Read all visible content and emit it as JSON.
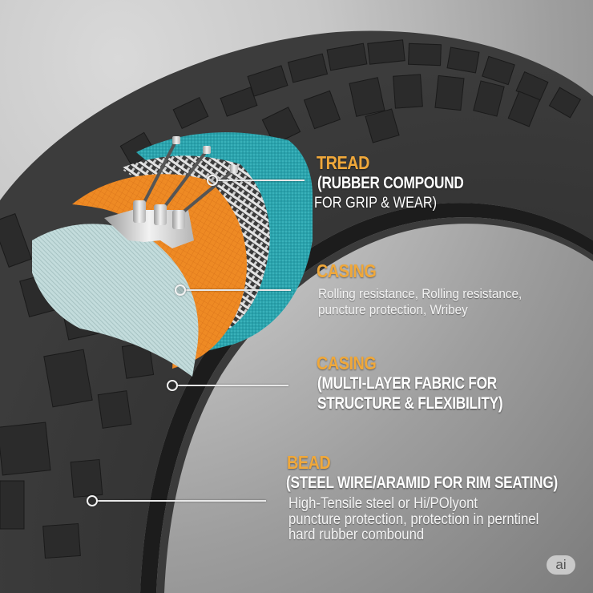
{
  "diagram": {
    "subject": "Bicycle tire cutaway",
    "colors": {
      "background_light": "#d9d9d9",
      "background_dark": "#7c7c7c",
      "tire_rubber": "#2e2e2e",
      "tread_layer": "#2aa3ad",
      "casing_layer_orange": "#ef8a22",
      "inner_fabric": "#bcd6d6",
      "weave_layer": "#d8d8d8",
      "title_accent": "#f0a83a",
      "label_text": "#ffffff",
      "leader_line": "#e8e8e8"
    },
    "labels": [
      {
        "title": "TREAD",
        "subtitle_line1": "(RUBBER COMPOUND",
        "subtitle_line2": "FOR GRIP & WEAR)"
      },
      {
        "title": "CASING",
        "body_line1": "Rolling resistance, Rolling resistance,",
        "body_line2": "puncture protection, Wribey"
      },
      {
        "title": "CASING",
        "subtitle_line1": "(MULTI-LAYER FABRIC FOR",
        "subtitle_line2": "STRUCTURE & FLEXIBILITY)"
      },
      {
        "title": "BEAD",
        "subtitle_line1": "(STEEL WIRE/ARAMID FOR RIM SEATING)",
        "body_line1": "High-Tensile steel or Hi/POlyont",
        "body_line2": "puncture protection, protection in perntinel",
        "body_line3": "hard rubber combound"
      }
    ]
  },
  "watermark": {
    "text": "ai"
  }
}
